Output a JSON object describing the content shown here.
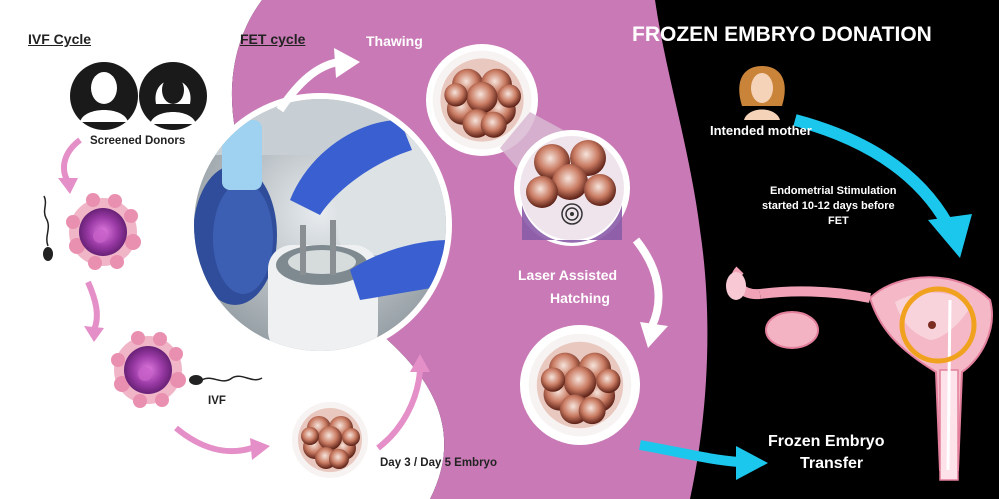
{
  "title": "FROZEN EMBRYO DONATION",
  "ivf_section": {
    "heading": "IVF Cycle",
    "donors_label": "Screened Donors",
    "ivf_label": "IVF",
    "embryo_label": "Day 3 / Day 5 Embryo"
  },
  "fet_section": {
    "heading": "FET cycle",
    "thawing_label": "Thawing",
    "hatching_label_line1": "Laser Assisted",
    "hatching_label_line2": "Hatching"
  },
  "recipient": {
    "mother_label": "Intended mother",
    "stimulation_line1": "Endometrial Stimulation",
    "stimulation_line2": "started 10-12 days before",
    "stimulation_line3": "FET",
    "transfer_line1": "Frozen Embryo",
    "transfer_line2": "Transfer"
  },
  "colors": {
    "background": "#000000",
    "ivf_panel": "#ffffff",
    "fet_panel": "#c97ab6",
    "pink_arrow": "#e58fc8",
    "cyan_arrow": "#1cc7ee",
    "focus_ring": "#f0a21f"
  },
  "icons": [
    "male-donor-icon",
    "female-donor-icon",
    "intended-mother-icon",
    "uterus-icon",
    "sperm-icon"
  ]
}
